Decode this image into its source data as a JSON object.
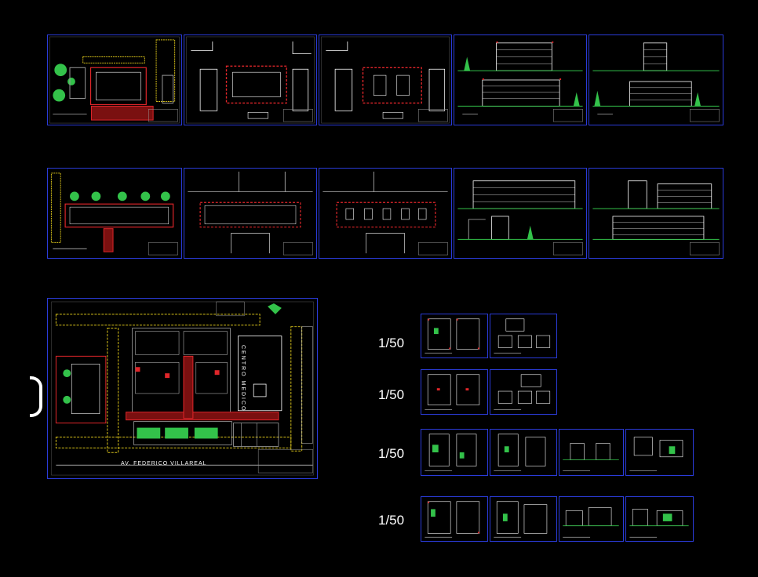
{
  "drawing_set": {
    "scale_labels": [
      "1/50",
      "1/50",
      "1/50",
      "1/50"
    ],
    "site_plan": {
      "street_label": "AV. FEDERICO VILLAREAL",
      "block_label": "CENTRO MEDICO"
    },
    "colors": {
      "background": "#000000",
      "sheet_border": "#2a3bd8",
      "wall_red": "#e0262a",
      "hatch_yellow": "#d8c21a",
      "tree_green": "#33c24a",
      "line_white": "#ffffff",
      "line_grey": "#9a9a9a",
      "label_cyan": "#36c8e8"
    },
    "sheet_types": [
      "site-landscape-plan",
      "floor-plan",
      "floor-plan-outline",
      "elevations",
      "elevations",
      "site-landscape-plan",
      "floor-plan",
      "floor-plan-outline",
      "elevations",
      "elevations",
      "master-site-plan",
      "unit-plan",
      "unit-sections",
      "unit-plan",
      "unit-sections",
      "unit-plan",
      "unit-plan",
      "unit-elevations",
      "unit-elevations",
      "unit-plan",
      "unit-plan",
      "unit-elevations",
      "unit-elevations"
    ]
  }
}
